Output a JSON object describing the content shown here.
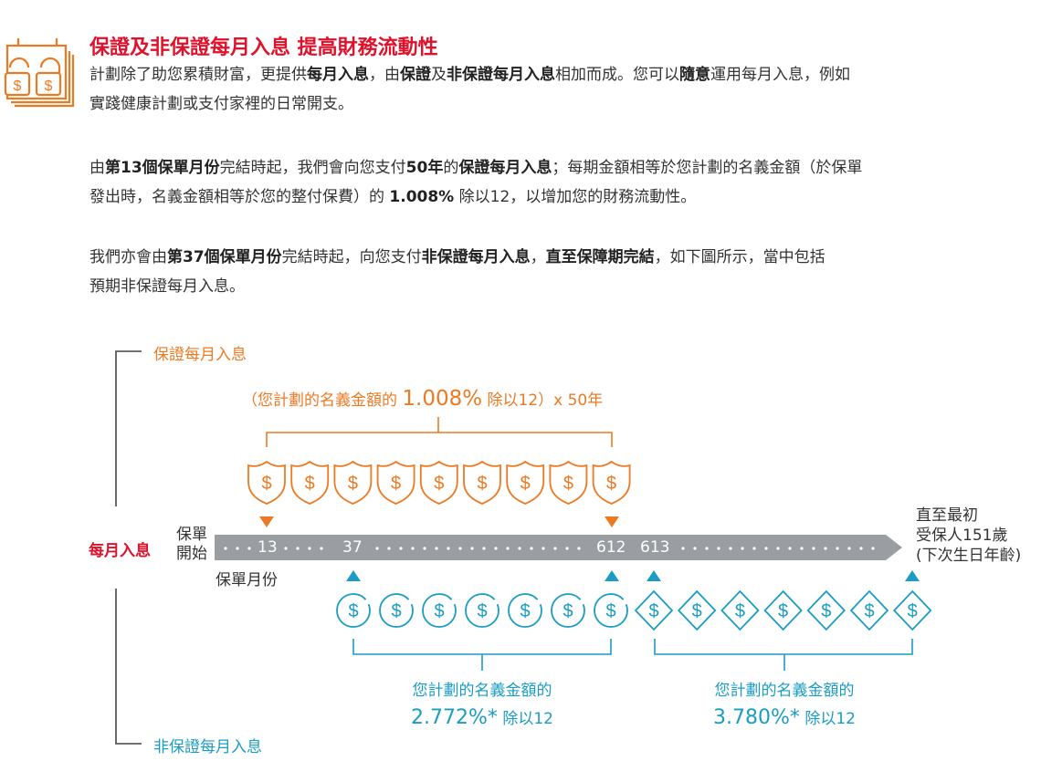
{
  "header": {
    "icon": "padlock-dollar-stack-icon",
    "title": "保證及非保證每月入息  提高財務流動性"
  },
  "paragraphs": [
    {
      "lines": [
        [
          {
            "t": "計劃除了助您累積財富，更提供",
            "b": false
          },
          {
            "t": "每月入息",
            "b": true
          },
          {
            "t": "，由",
            "b": false
          },
          {
            "t": "保證",
            "b": true
          },
          {
            "t": "及",
            "b": false
          },
          {
            "t": "非保證每月入息",
            "b": true
          },
          {
            "t": "相加而成。您可以",
            "b": false
          },
          {
            "t": "隨意",
            "b": true
          },
          {
            "t": "運用每月入息，例如",
            "b": false
          }
        ],
        [
          {
            "t": "實踐健康計劃或支付家裡的日常開支。",
            "b": false
          }
        ]
      ]
    },
    {
      "lines": [
        [
          {
            "t": "由",
            "b": false
          },
          {
            "t": "第13個保單月份",
            "b": true
          },
          {
            "t": "完結時起，我們會向您支付",
            "b": false
          },
          {
            "t": "50年",
            "b": true
          },
          {
            "t": "的",
            "b": false
          },
          {
            "t": "保證每月入息",
            "b": true
          },
          {
            "t": "；每期金額相等於您計劃的名義金額（於保單",
            "b": false
          }
        ],
        [
          {
            "t": "發出時，名義金額相等於您的整付保費）的 ",
            "b": false
          },
          {
            "t": "1.008%",
            "b": true
          },
          {
            "t": " 除以12，以增加您的財務流動性。",
            "b": false
          }
        ]
      ]
    },
    {
      "lines": [
        [
          {
            "t": "我們亦會由",
            "b": false
          },
          {
            "t": "第37個保單月份",
            "b": true
          },
          {
            "t": "完結時起，向您支付",
            "b": false
          },
          {
            "t": "非保證每月入息",
            "b": true
          },
          {
            "t": "，",
            "b": false
          },
          {
            "t": "直至保障期完結",
            "b": true
          },
          {
            "t": "，如下圖所示，當中包括",
            "b": false
          }
        ],
        [
          {
            "t": "預期非保證每月入息。",
            "b": false
          }
        ]
      ]
    }
  ],
  "diagram": {
    "guaranteed_label": "保證每月入息",
    "non_guaranteed_label": "非保證每月入息",
    "monthly_income_label": "每月入息",
    "policy_start_label_1": "保單",
    "policy_start_label_2": "開始",
    "policy_month_label": "保單月份",
    "end_label_1": "直至最初",
    "end_label_2": "受保人151歲",
    "end_label_3": "(下次生日年齡)",
    "months": [
      "13",
      "37",
      "612",
      "613"
    ],
    "guaranteed_formula": {
      "pre": "（您計劃的名義金額的 ",
      "rate": "1.008%",
      "post": " 除以12）x 50年"
    },
    "non_guaranteed_1": {
      "line1": "您計劃的名義金額的",
      "rate": "2.772%*",
      "post": " 除以12"
    },
    "non_guaranteed_2": {
      "line1": "您計劃的名義金額的",
      "rate": "3.780%*",
      "post": " 除以12"
    },
    "shield_icon_count": 9,
    "coin_icon_count": 7,
    "diamond_icon_count": 7,
    "colors": {
      "orange": "#ec7a23",
      "blue": "#1a9cc4",
      "red": "#e0112b",
      "bar": "#9a9ea3"
    }
  }
}
